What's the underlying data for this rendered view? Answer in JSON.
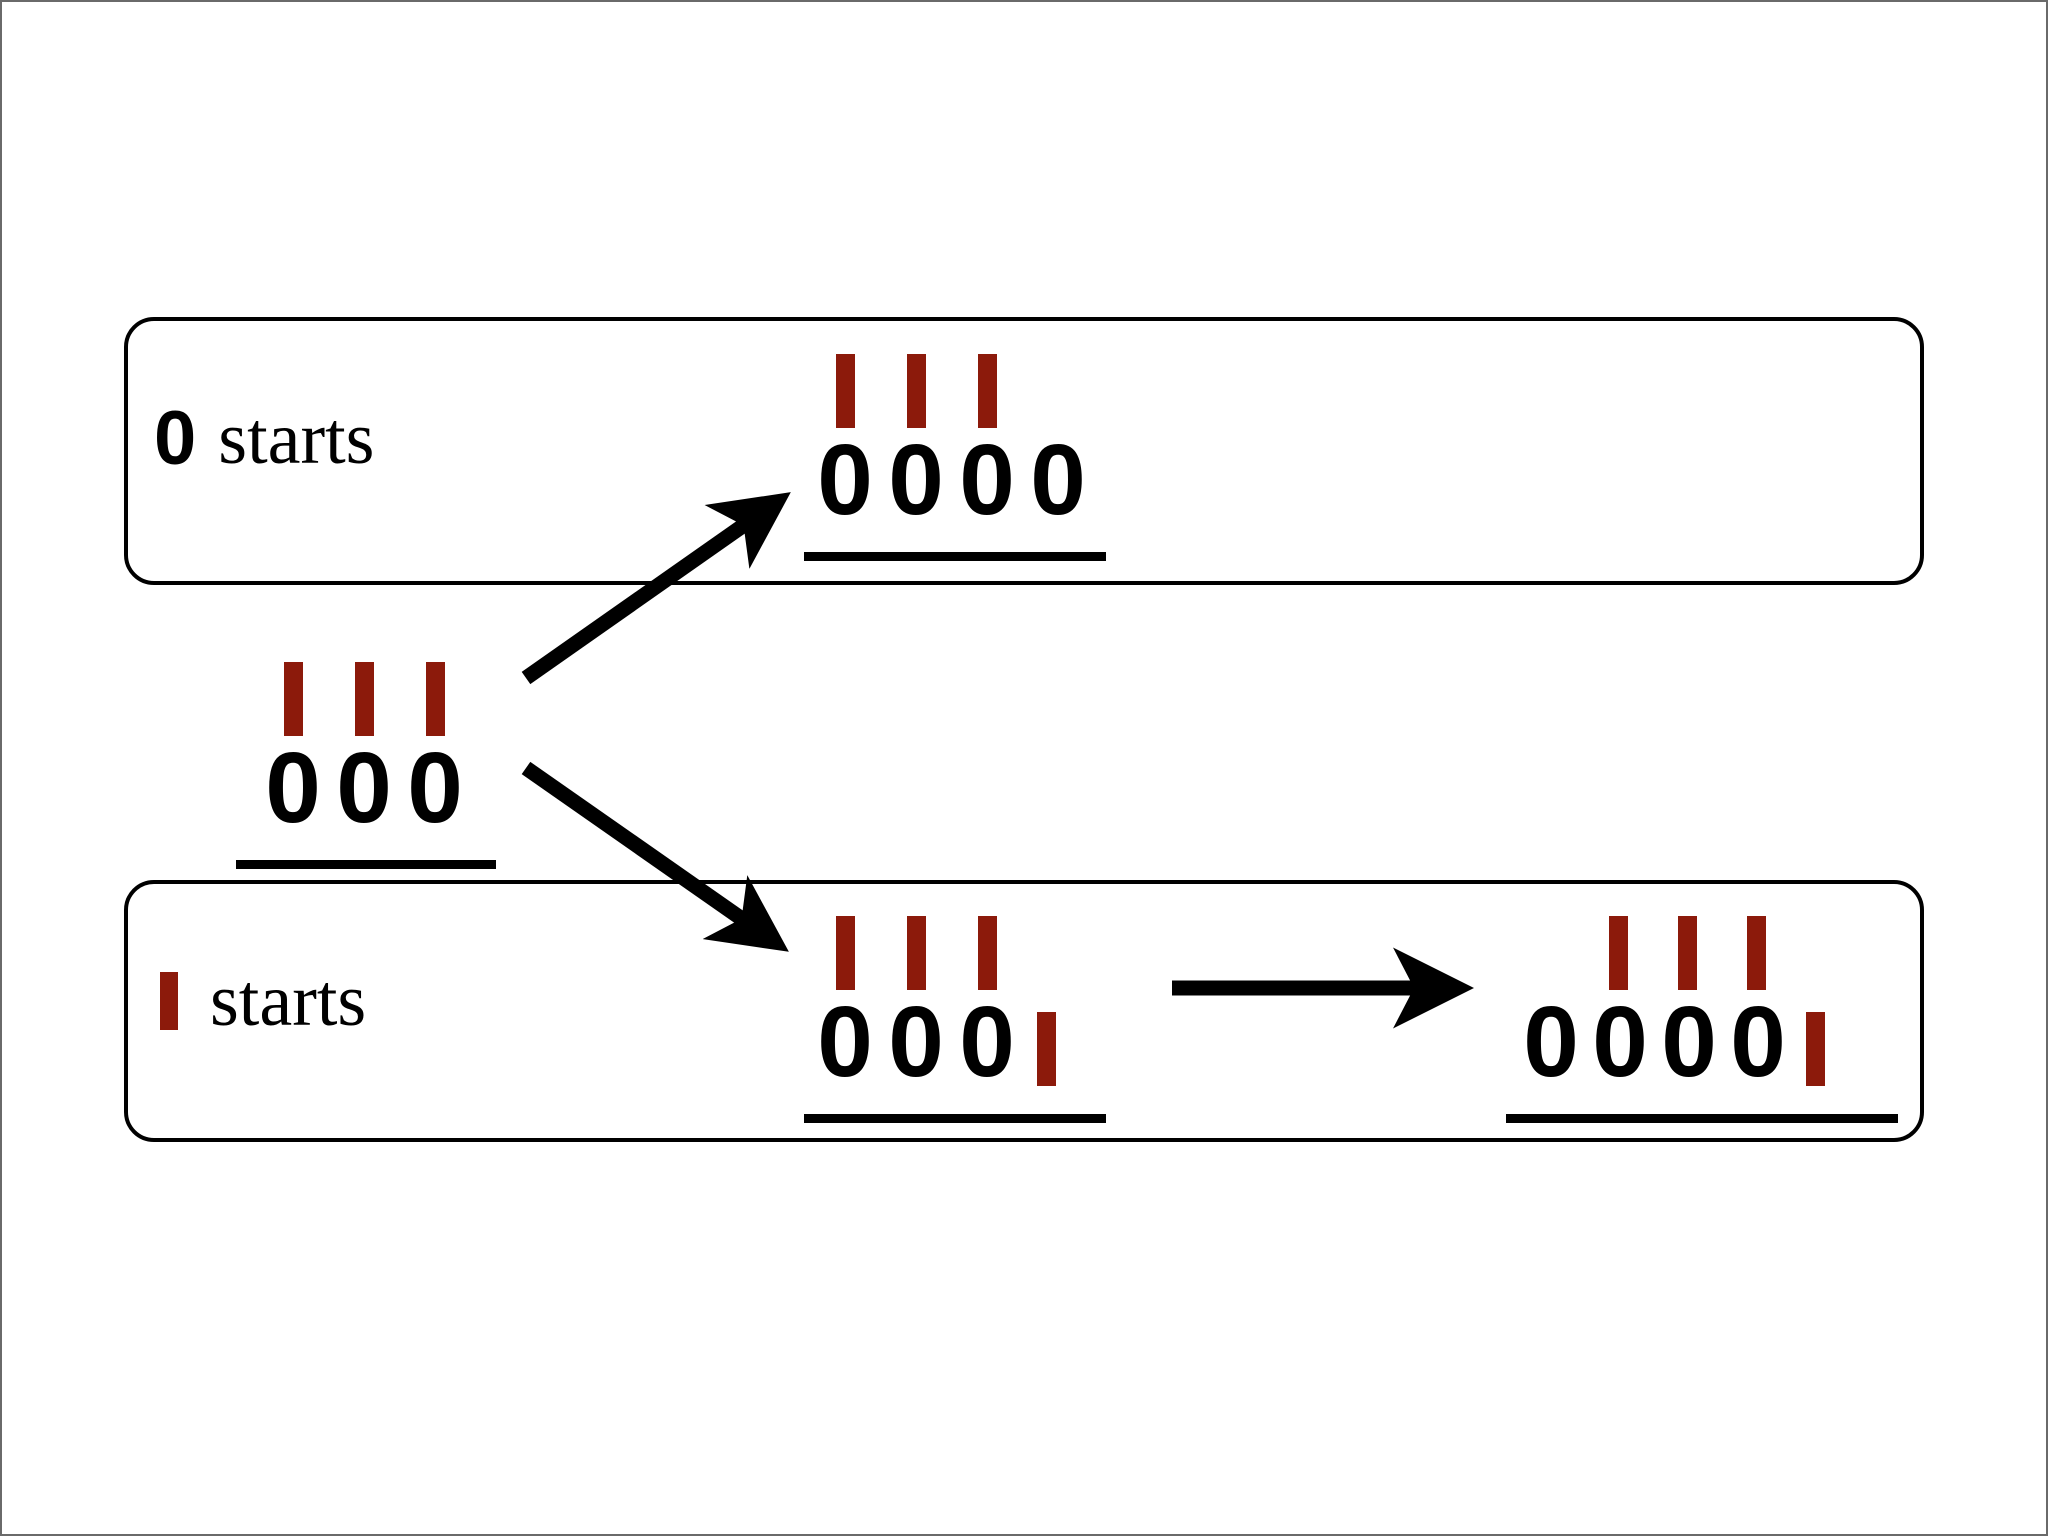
{
  "diagram": {
    "title": "Binary string extension branching",
    "background_color": "#ffffff",
    "marker_color": "#8C1A0B",
    "ink_color": "#000000",
    "border_color": "#6a6a6a"
  },
  "cases": [
    {
      "id": "zero-case",
      "symbol_kind": "digit",
      "symbol": "0",
      "label": "starts"
    },
    {
      "id": "marker-case",
      "symbol_kind": "bar",
      "symbol": "",
      "label": "starts"
    }
  ],
  "groups": {
    "source": {
      "name": "source-sequence",
      "digits": [
        "0",
        "0",
        "0"
      ],
      "marker_count": 3,
      "tail_marker": false,
      "underline": true
    },
    "zero_result": {
      "name": "zero-start-result",
      "digits": [
        "0",
        "0",
        "0",
        "0"
      ],
      "marker_count": 3,
      "tail_marker": false,
      "underline": true
    },
    "marker_mid": {
      "name": "marker-start-intermediate",
      "digits": [
        "0",
        "0",
        "0"
      ],
      "marker_count": 3,
      "tail_marker": true,
      "underline": true
    },
    "marker_final": {
      "name": "marker-start-result",
      "digits": [
        "0",
        "0",
        "0",
        "0"
      ],
      "marker_count": 3,
      "tail_marker": true,
      "underline": true
    }
  },
  "arrows": [
    {
      "name": "arrow-to-zero-case",
      "direction": "up-right",
      "label": ""
    },
    {
      "name": "arrow-to-marker-case",
      "direction": "down-right",
      "label": ""
    },
    {
      "name": "arrow-marker-extend",
      "direction": "right",
      "label": ""
    }
  ]
}
